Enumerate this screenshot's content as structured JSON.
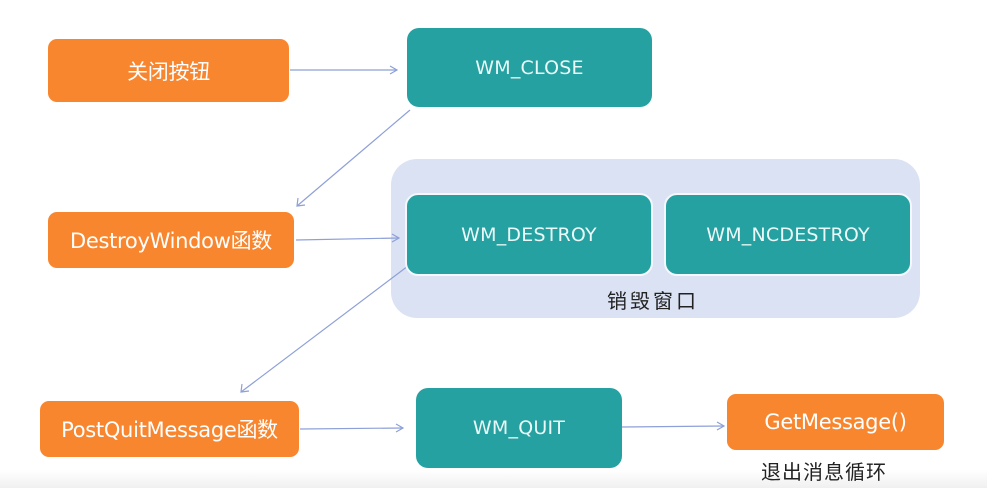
{
  "diagram": {
    "colors": {
      "action_node": "#f8862f",
      "message_node": "#26a1a1",
      "group_background": "#dbe2f3",
      "arrow": "#8ea0d8"
    },
    "nodes": {
      "close_button": "关闭按钮",
      "wm_close": "WM_CLOSE",
      "destroy_window": "DestroyWindow函数",
      "wm_destroy": "WM_DESTROY",
      "wm_ncdestroy": "WM_NCDESTROY",
      "post_quit_message": "PostQuitMessage函数",
      "wm_quit": "WM_QUIT",
      "get_message": "GetMessage()"
    },
    "group_label": "销毁窗口",
    "get_message_caption": "退出消息循环",
    "edges": [
      {
        "from": "关闭按钮",
        "to": "WM_CLOSE"
      },
      {
        "from": "WM_CLOSE",
        "to": "DestroyWindow函数"
      },
      {
        "from": "DestroyWindow函数",
        "to": "WM_DESTROY"
      },
      {
        "from": "WM_DESTROY",
        "to": "PostQuitMessage函数"
      },
      {
        "from": "PostQuitMessage函数",
        "to": "WM_QUIT"
      },
      {
        "from": "WM_QUIT",
        "to": "GetMessage()"
      }
    ]
  }
}
